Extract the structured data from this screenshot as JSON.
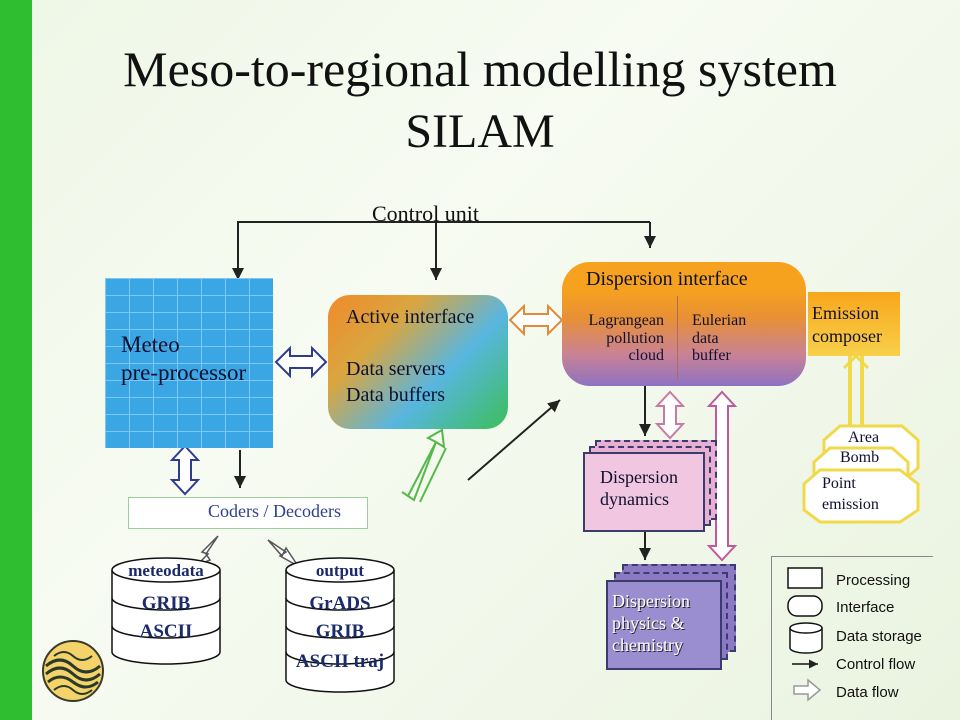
{
  "title": {
    "line1": "Meso-to-regional modelling system",
    "line2": "SILAM"
  },
  "control_unit": "Control  unit",
  "meteo": {
    "line1": "Meteo",
    "line2": "pre-processor"
  },
  "active_interface": {
    "title": "Active interface",
    "line1": "Data servers",
    "line2": "Data buffers"
  },
  "dispersion_interface": {
    "title": "Dispersion interface",
    "left": [
      "Lagrangean",
      "pollution",
      "cloud"
    ],
    "right": [
      "Eulerian",
      "data",
      "buffer"
    ]
  },
  "emission_composer": {
    "line1": "Emission",
    "line2": "composer"
  },
  "emission_sources": [
    "Area",
    "Bomb",
    "Point",
    "emission"
  ],
  "coders": "Coders / Decoders",
  "dispersion_dynamics": {
    "line1": "Dispersion",
    "line2": "dynamics"
  },
  "dispersion_physics": {
    "line1": "Dispersion",
    "line2": "physics &",
    "line3": "chemistry"
  },
  "meteodata_db": {
    "title": "meteodata",
    "items": [
      "GRIB",
      "ASCII"
    ]
  },
  "output_db": {
    "title": "output",
    "items": [
      "GrADS",
      "GRIB",
      "ASCII traj"
    ]
  },
  "legend": {
    "processing": "Processing",
    "interface": "Interface",
    "data_storage": "Data storage",
    "control_flow": "Control flow",
    "data_flow": "Data flow"
  },
  "colors": {
    "accent_green": "#2fbe2f",
    "meteo_blue": "#3aa6e4",
    "interface_orange": "#f6a21f",
    "dynamics_pink": "#f1c6e0",
    "physics_purple": "#9b8ed0",
    "db_text_navy": "#1b2a6b"
  }
}
